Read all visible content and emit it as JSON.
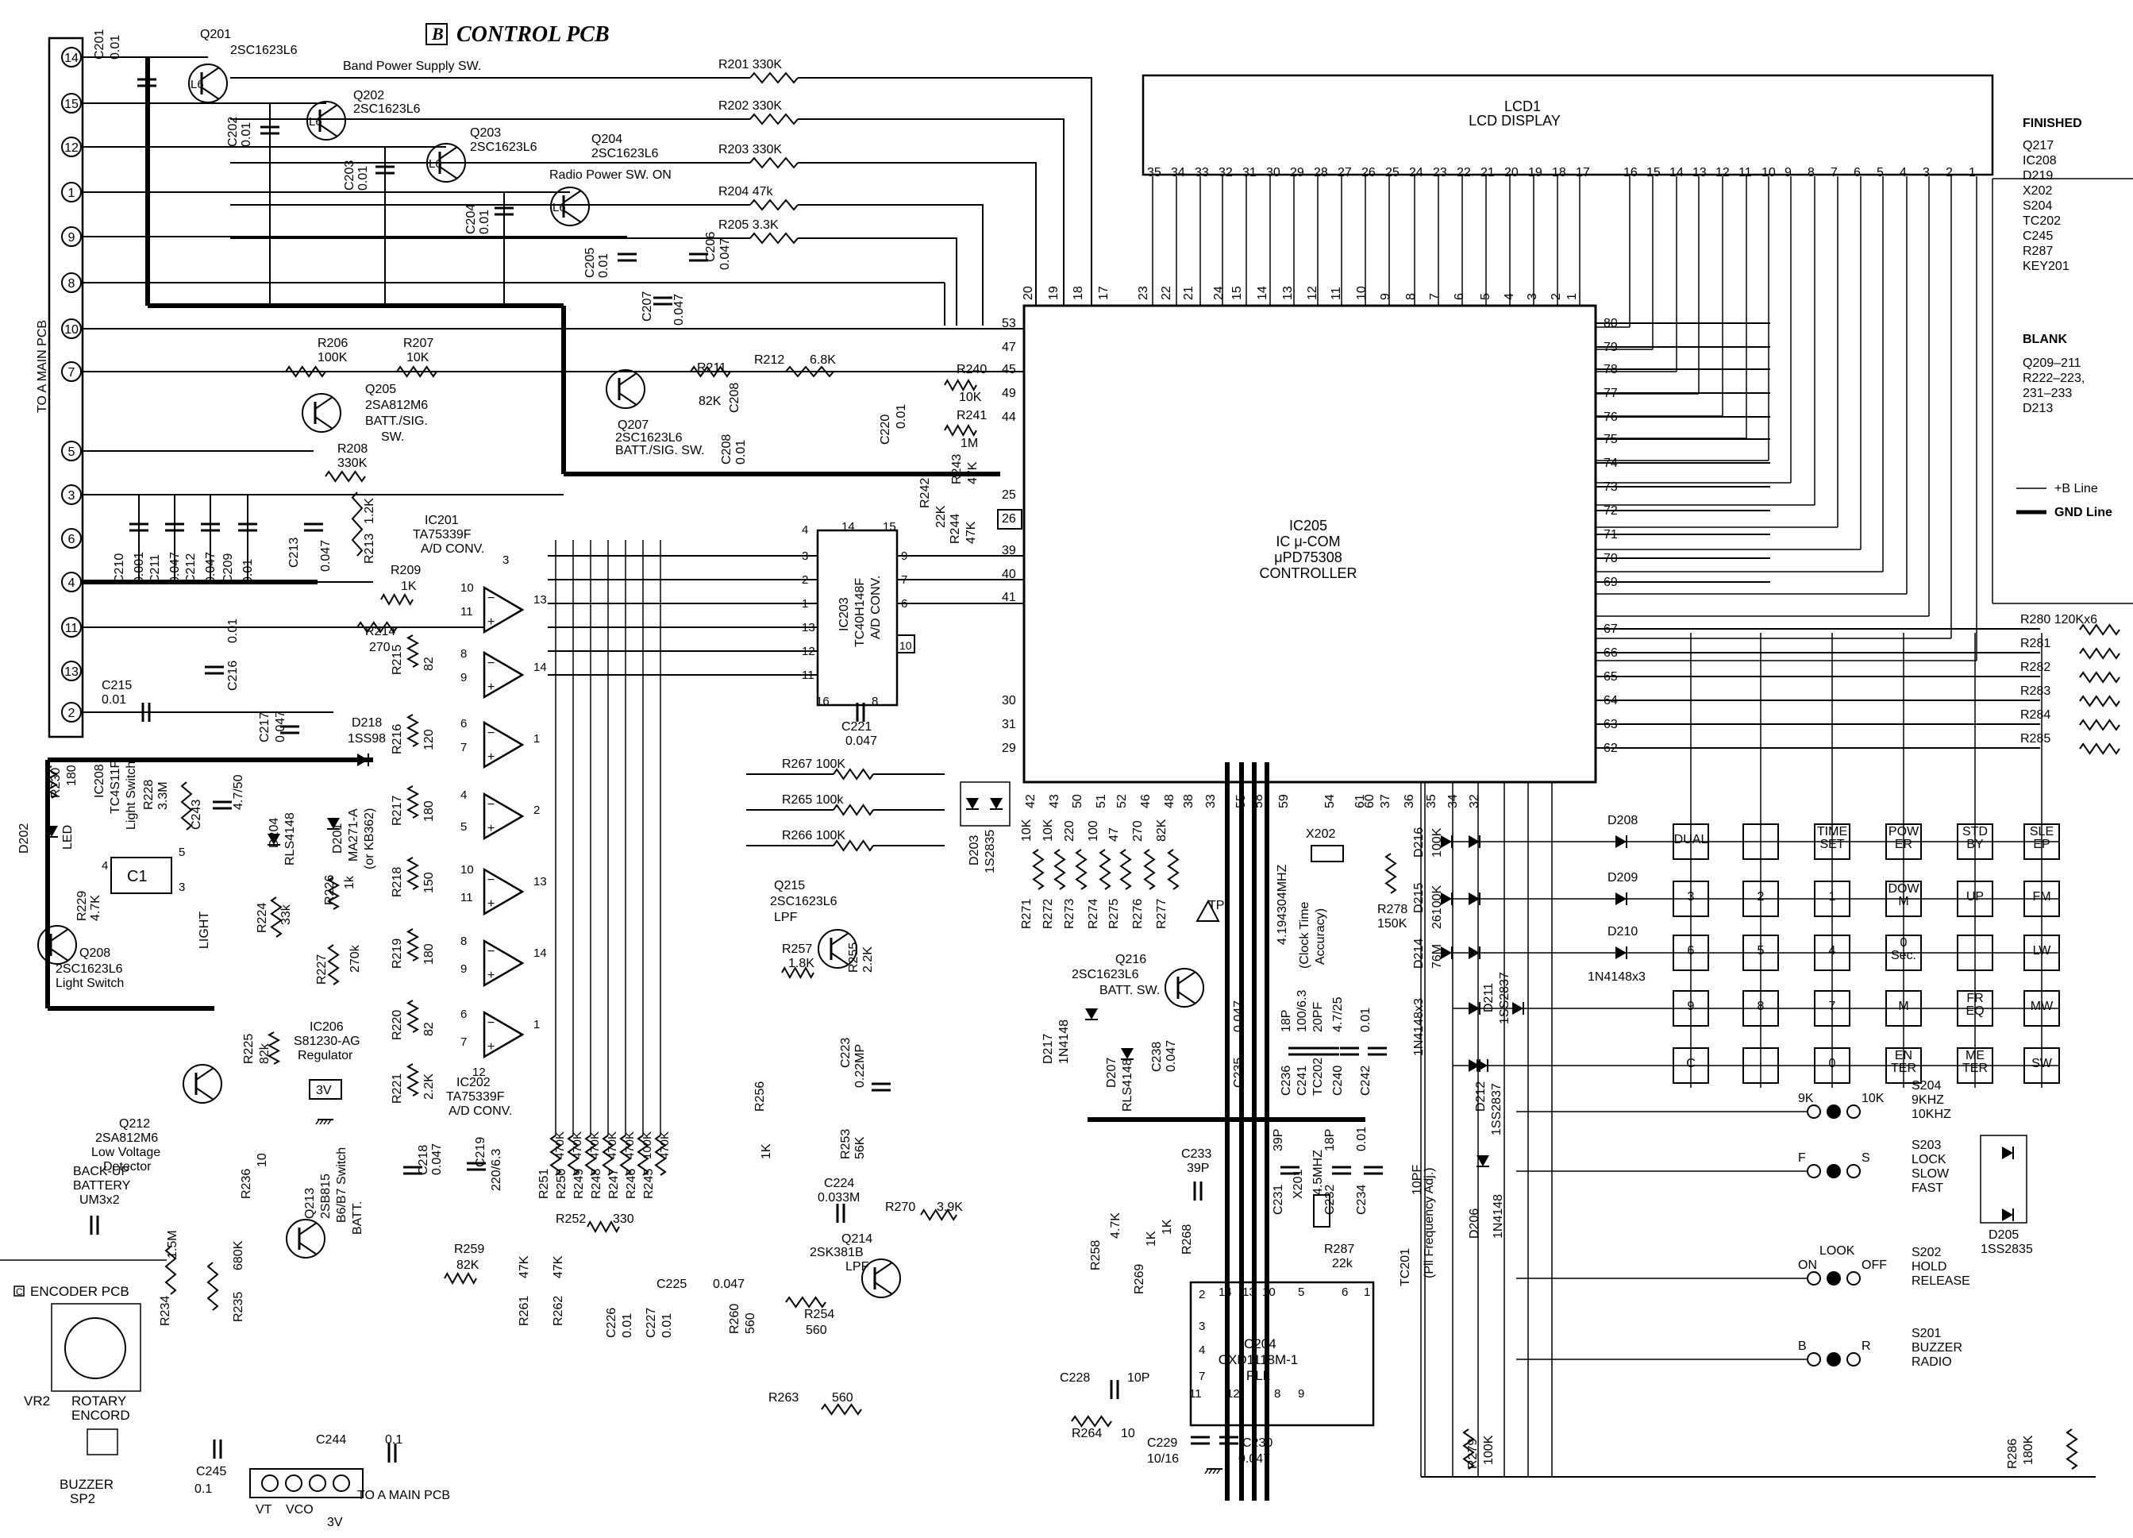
{
  "header": {
    "board_id": "B",
    "board_title": "CONTROL PCB"
  },
  "left_connector": {
    "label": "TO A MAIN PCB",
    "pins": [
      "14",
      "15",
      "12",
      "1",
      "9",
      "8",
      "10",
      "7",
      "5",
      "3",
      "6",
      "4",
      "11",
      "13",
      "2"
    ]
  },
  "finished": {
    "title": "FINISHED",
    "items": [
      "Q217",
      "IC208",
      "D219",
      "X202",
      "S204",
      "TC202",
      "C245",
      "R287",
      "KEY201"
    ]
  },
  "blank": {
    "title": "BLANK",
    "items": [
      "Q209–211",
      "R222–223,",
      "231–233",
      "D213"
    ]
  },
  "legend": [
    {
      "label": "+B Line",
      "style": "thin"
    },
    {
      "label": "GND Line",
      "style": "thick"
    }
  ],
  "lcd": {
    "name": "LCD1",
    "subtitle": "LCD DISPLAY",
    "pins": [
      "35",
      "34",
      "33",
      "32",
      "31",
      "30",
      "29",
      "28",
      "27",
      "26",
      "25",
      "24",
      "23",
      "22",
      "21",
      "20",
      "19",
      "18",
      "17",
      "",
      "16",
      "15",
      "14",
      "13",
      "12",
      "11",
      "10",
      "9",
      "8",
      "7",
      "6",
      "5",
      "4",
      "3",
      "2",
      "1"
    ]
  },
  "ic205": {
    "lines": [
      "IC205",
      "IC μ-COM",
      "μPD75308",
      "CONTROLLER"
    ],
    "top_pins": [
      "20",
      "19",
      "18",
      "17",
      "23",
      "22",
      "21",
      "24",
      "15",
      "14",
      "13",
      "12",
      "11",
      "10",
      "9",
      "8",
      "7",
      "6",
      "5",
      "4",
      "3",
      "2",
      "1"
    ],
    "left_pins": [
      "53",
      "47",
      "45",
      "49",
      "44",
      "25",
      "26",
      "39",
      "40",
      "41",
      "30",
      "31",
      "29"
    ],
    "right_pins": [
      "80",
      "79",
      "78",
      "77",
      "76",
      "75",
      "74",
      "73",
      "72",
      "71",
      "70",
      "69",
      "67",
      "66",
      "65",
      "64",
      "63",
      "62"
    ],
    "bottom_pins": [
      "42",
      "43",
      "50",
      "51",
      "52",
      "46",
      "48",
      "38",
      "33",
      "55",
      "58",
      "59",
      "54",
      "61",
      "60",
      "37",
      "36",
      "35",
      "34",
      "32"
    ]
  },
  "ic203": {
    "lines": [
      "IC203",
      "TC40H148F",
      "A/D CONV."
    ],
    "pins": [
      "4",
      "14",
      "15",
      "3",
      "2",
      "1",
      "13",
      "12",
      "11",
      "9",
      "7",
      "6",
      "10",
      "16",
      "8"
    ]
  },
  "ic201": {
    "lines": [
      "IC201",
      "TA75339F",
      "A/D CONV."
    ]
  },
  "ic202": {
    "lines": [
      "IC202",
      "TA75339F",
      "A/D CONV."
    ]
  },
  "ic204": {
    "lines": [
      "IC204",
      "CXD1118M-1",
      "PLL"
    ],
    "pins": [
      "2",
      "14",
      "13",
      "10",
      "5",
      "6",
      "1",
      "3",
      "4",
      "7",
      "11",
      "12",
      "8",
      "9"
    ]
  },
  "ic206": {
    "lines": [
      "IC206",
      "S81230-AG",
      "Regulator"
    ],
    "out": "3V"
  },
  "ic208": {
    "lines": [
      "IC208",
      "TC4S11F",
      "Light Switch"
    ]
  },
  "transistors": [
    {
      "ref": "Q201",
      "part": "2SC1623L6",
      "note": "Band Power Supply SW.",
      "mark": "L6"
    },
    {
      "ref": "Q202",
      "part": "2SC1623L6",
      "note": "",
      "mark": "L6"
    },
    {
      "ref": "Q203",
      "part": "2SC1623L6",
      "note": "",
      "mark": "L6"
    },
    {
      "ref": "Q204",
      "part": "2SC1623L6",
      "note": "Radio Power SW. ON",
      "mark": "L6"
    },
    {
      "ref": "Q205",
      "part": "2SA812M6",
      "note": "BATT./SIG. SW.",
      "mark": ""
    },
    {
      "ref": "Q207",
      "part": "2SC1623L6",
      "note": "BATT./SIG. SW.",
      "mark": ""
    },
    {
      "ref": "Q208",
      "part": "2SC1623L6",
      "note": "Light Switch",
      "mark": ""
    },
    {
      "ref": "Q212",
      "part": "2SA812M6",
      "note": "Low Voltage Detector",
      "mark": ""
    },
    {
      "ref": "Q213",
      "part": "2SB815",
      "note": "B6/B7 BATT. Switch",
      "mark": ""
    },
    {
      "ref": "Q214",
      "part": "2SK381B",
      "note": "LPF",
      "mark": ""
    },
    {
      "ref": "Q215",
      "part": "2SC1623L6",
      "note": "LPF",
      "mark": ""
    },
    {
      "ref": "Q216",
      "part": "2SC1623L6",
      "note": "BATT. SW.",
      "mark": ""
    }
  ],
  "resistors_top": [
    {
      "ref": "R201",
      "value": "330K"
    },
    {
      "ref": "R202",
      "value": "330K"
    },
    {
      "ref": "R203",
      "value": "330K"
    },
    {
      "ref": "R204",
      "value": "47k"
    },
    {
      "ref": "R205",
      "value": "3.3K"
    }
  ],
  "resistors_right": [
    {
      "ref": "R280",
      "value": "120Kx6"
    },
    {
      "ref": "R281",
      "value": ""
    },
    {
      "ref": "R282",
      "value": ""
    },
    {
      "ref": "R283",
      "value": ""
    },
    {
      "ref": "R284",
      "value": ""
    },
    {
      "ref": "R285",
      "value": ""
    }
  ],
  "key_matrix": {
    "rows": [
      [
        "DUAL",
        "",
        "TIME SET",
        "POW ER",
        "STD BY",
        "SLE EP"
      ],
      [
        "3",
        "2",
        "1",
        "DOW M",
        "UP",
        "FM"
      ],
      [
        "6",
        "5",
        "4",
        "0 Sec.",
        "",
        "LW"
      ],
      [
        "9",
        "8",
        "7",
        "M",
        "FR EQ",
        "MW"
      ],
      [
        "C",
        "·",
        "0",
        "EN TER",
        "ME TER",
        "SW"
      ]
    ]
  },
  "diodes_keys": [
    "D208",
    "D209",
    "D210",
    "1N4148x3"
  ],
  "switches": [
    {
      "ref": "S204",
      "lines": [
        "9KHZ",
        "10KHZ"
      ],
      "left": "9K",
      "right": "10K"
    },
    {
      "ref": "S203",
      "lines": [
        "LOCK",
        "SLOW",
        "FAST"
      ],
      "left": "F",
      "right": "S"
    },
    {
      "ref": "S202",
      "lines": [
        "HOLD",
        "RELEASE"
      ],
      "left": "ON",
      "right": "OFF",
      "top": "LOOK"
    },
    {
      "ref": "S201",
      "lines": [
        "BUZZER",
        "RADIO"
      ],
      "left": "B",
      "right": "R"
    }
  ],
  "d205": {
    "ref": "D205",
    "part": "1SS2835"
  },
  "bottom_left": {
    "encoder_title": "ENCODER PCB",
    "encoder_board": "C",
    "vr2": "VR2",
    "rotary": [
      "ROTARY",
      "ENCORD"
    ],
    "buzzer": [
      "BUZZER",
      "SP2"
    ],
    "battery": [
      "BACK-UP",
      "BATTERY",
      "UM3x2"
    ],
    "vco_labels": [
      "VT",
      "VCO",
      "3V"
    ],
    "to_main": "TO A MAIN PCB"
  },
  "misc_labels": [
    "R206 100K",
    "R207 10K",
    "R208 330K",
    "R211 82K",
    "R212 6.8K",
    "C208",
    "C220 0.01",
    "R240 10K",
    "R241 1M",
    "R242 22K",
    "R243 47K",
    "R244 47K",
    "C210 0.001",
    "C211 0.047",
    "C212 0.047",
    "C209 0.01",
    "C213 0.047",
    "R213 1.2K",
    "R209 1K",
    "R214 270",
    "R215 82",
    "R216 120",
    "R217 180",
    "R218 150",
    "R219 180",
    "R220 82",
    "R221 2.2K",
    "C216 0.01",
    "C215 0.01",
    "C217 0.047",
    "D218 1SS98",
    "R230 180",
    "D202 LED",
    "R228 3.3M",
    "C243 4.7/50",
    "D204 RLS4148",
    "D201 MA271-A (or KB362)",
    "R229 4.7K",
    "R224 33k",
    "R226 1k",
    "R227 270k",
    "R225 82k",
    "R236 10",
    "C218 0.047",
    "C219 220/6.3",
    "R234 1.5M",
    "R235 680K",
    "C245 0.1",
    "C244 0.1",
    "R251 470K",
    "R250 470K",
    "R249 470K",
    "R248 470K",
    "R247 470K",
    "R246 100K",
    "R245 470K",
    "R252 330",
    "R259 82K",
    "R261 47K",
    "R262 47K",
    "C226 0.01",
    "C227 0.01",
    "C225 0.047",
    "R260 560",
    "R254 560",
    "R263 560",
    "R267 100K",
    "R265 100k",
    "R266 100K",
    "C221 0.047",
    "D203 1S2835",
    "R257 1.8K",
    "R255 2.2K",
    "C223 0.22MP",
    "R253 56K",
    "C224 0.033M",
    "R256 1K",
    "R270 3.9K",
    "R271 10K",
    "R272 10K",
    "R273 220",
    "R274 100",
    "R275 47",
    "R276 270",
    "R277 82K",
    "TP",
    "D217 1N4148",
    "D207 RLS4148",
    "C238 0.047",
    "C235 0.047",
    "C233 39P",
    "R258 4.7K",
    "R269 1K",
    "R268 1K",
    "C228 10P",
    "R264 10",
    "C229 10/16",
    "C230 0.047",
    "X202 4.194304MHZ (Clock Time Accuracy)",
    "C236 18P",
    "C241 100/6.3",
    "TC202 20PF",
    "C240 4.7/25",
    "C242 0.01",
    "R278 150K",
    "C231 39P",
    "X201 4.5MHZ",
    "C232 18P",
    "C234 0.01",
    "TC201 10PF",
    "R287 22k",
    "(Pll Frequency Adj.)",
    "D216",
    "D215",
    "D214",
    "100K",
    "26100K",
    "76M",
    "1N4148x3",
    "D211 1SS2837",
    "D212 1SS2837",
    "D206 1N4148",
    "R279 100K",
    "R286 180K",
    "C201 0.01",
    "C202 0.01",
    "C203 0.01",
    "C204 0.01",
    "C205 0.01",
    "C206 0.047",
    "C207 0.047"
  ]
}
